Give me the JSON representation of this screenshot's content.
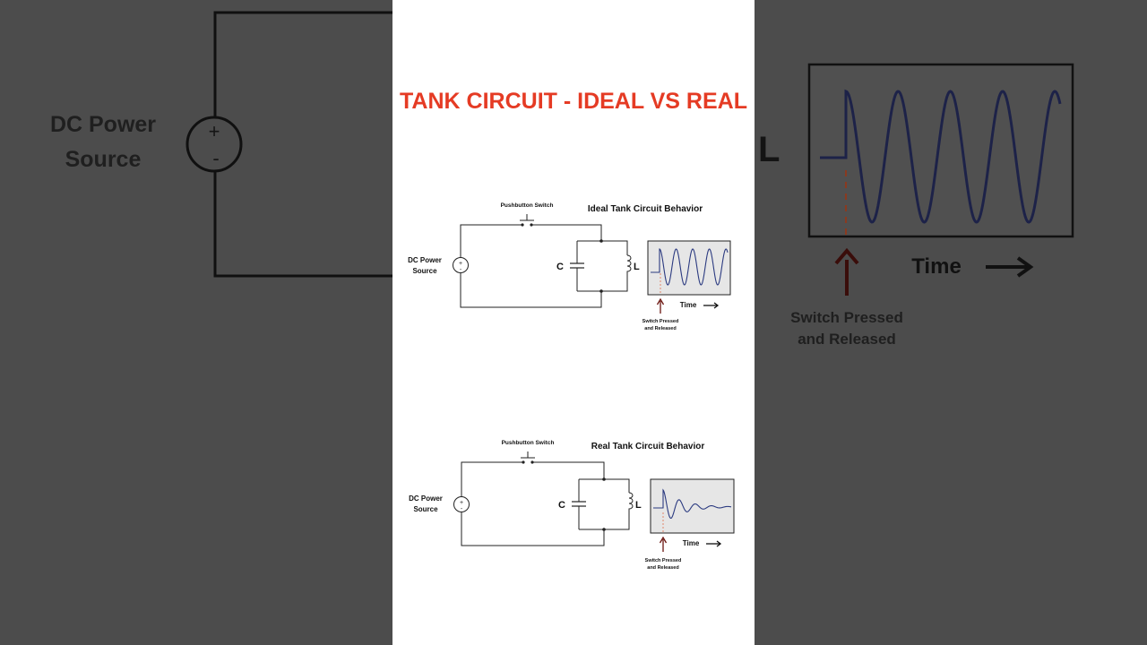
{
  "title": "TANK CIRCUIT - IDEAL VS REAL",
  "background": {
    "source_line1": "DC Power",
    "source_line2": "Source",
    "inductor_letter": "L",
    "time_label": "Time",
    "switch_line1": "Switch Pressed",
    "switch_line2": "and Released"
  },
  "ideal": {
    "heading": "Ideal Tank Circuit Behavior",
    "switch_label": "Pushbutton Switch",
    "source_line1": "DC Power",
    "source_line2": "Source",
    "capacitor_letter": "C",
    "inductor_letter": "L",
    "time_label": "Time",
    "switch_line1": "Switch Pressed",
    "switch_line2": "and Released"
  },
  "real": {
    "heading": "Real Tank Circuit Behavior",
    "switch_label": "Pushbutton Switch",
    "source_line1": "DC Power",
    "source_line2": "Source",
    "capacitor_letter": "C",
    "inductor_letter": "L",
    "time_label": "Time",
    "switch_line1": "Switch Pressed",
    "switch_line2": "and Released"
  },
  "colors": {
    "title": "#e53b24",
    "waveform": "#2b3a80",
    "marker": "#e3704c",
    "arrow": "#6b1510",
    "scope_bg": "#e6e6e6"
  }
}
